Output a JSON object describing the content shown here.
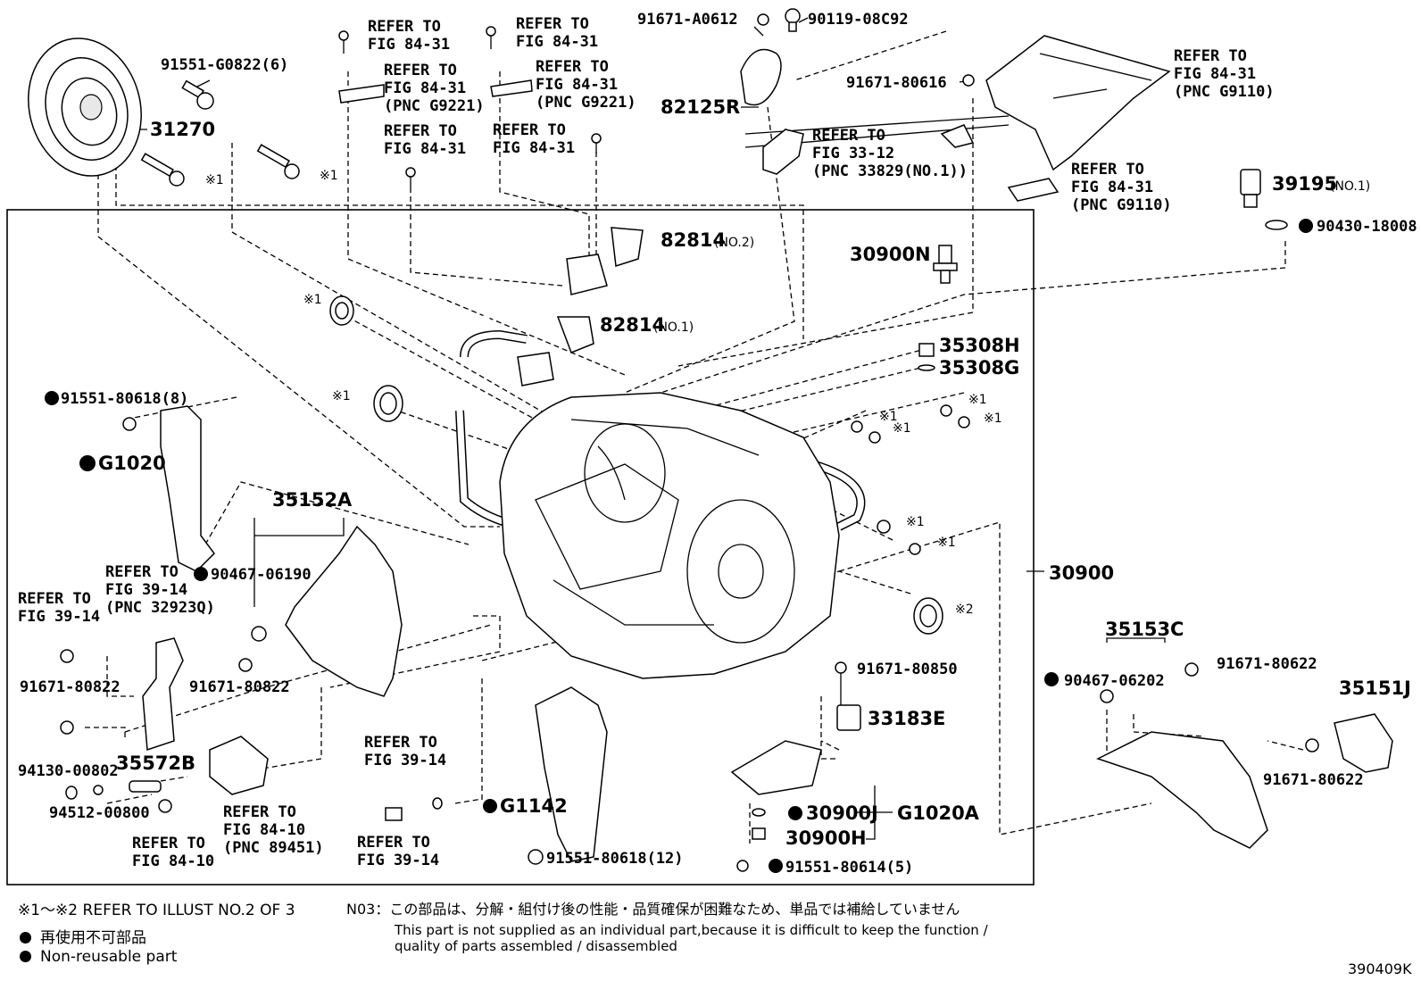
{
  "labels": {
    "p31270": "31270",
    "p91551g0822": "91551-G0822(6)",
    "ref_a": "REFER TO",
    "fig_8431": "FIG 84-31",
    "pnc_g9221": "(PNC G9221)",
    "pnc_g9110": "(PNC G9110)",
    "fig_3312": "FIG 33-12",
    "pnc_33829": "(PNC 33829(NO.1))",
    "p91671a0612": "91671-A0612",
    "p9011908c92": "90119-08C92",
    "p82125r": "82125R",
    "p9167180616": "91671-80616",
    "p39195": "39195",
    "no1": "(NO.1)",
    "no2": "(NO.2)",
    "p9043018008": "90430-18008",
    "p82814": "82814",
    "p30900n": "30900N",
    "p35308h": "35308H",
    "p35308g": "35308G",
    "p9155180618_8": "91551-80618(8)",
    "pg1020": "G1020",
    "p35152a": "35152A",
    "p9046706190": "90467-06190",
    "fig_3914": "FIG 39-14",
    "pnc_32923q": "(PNC 32923Q)",
    "p9167180822": "91671-80822",
    "p35572b": "35572B",
    "p9413000802": "94130-00802",
    "p9451200800": "94512-00800",
    "fig_8410": "FIG 84-10",
    "pnc_89451": "(PNC 89451)",
    "pg1142": "G1142",
    "p9155180618_12": "91551-80618(12)",
    "p9167180850": "91671-80850",
    "p33183e": "33183E",
    "p30900j": "30900J",
    "pg1020a": "G1020A",
    "p30900h": "30900H",
    "p9155180614": "91551-80614(5)",
    "p30900": "30900",
    "p35153c": "35153C",
    "p9046706202": "90467-06202",
    "p9167180622": "91671-80622",
    "p35151j": "35151J",
    "x1": "※1",
    "x2": "※2"
  },
  "footer": {
    "note_refer": "※1～※2 REFER TO ILLUST NO.2 OF 3",
    "non_reusable_jp": "再使用不可部品",
    "non_reusable_en": "Non-reusable part",
    "n03_jp": "N03：この部品は、分解・組付け後の性能・品質確保が困難なため、単品では補給していません",
    "n03_en_1": "This part is not supplied as an individual part,because it is difficult to keep the function /",
    "n03_en_2": "quality of parts assembled / disassembled",
    "illust_code": "390409K"
  }
}
